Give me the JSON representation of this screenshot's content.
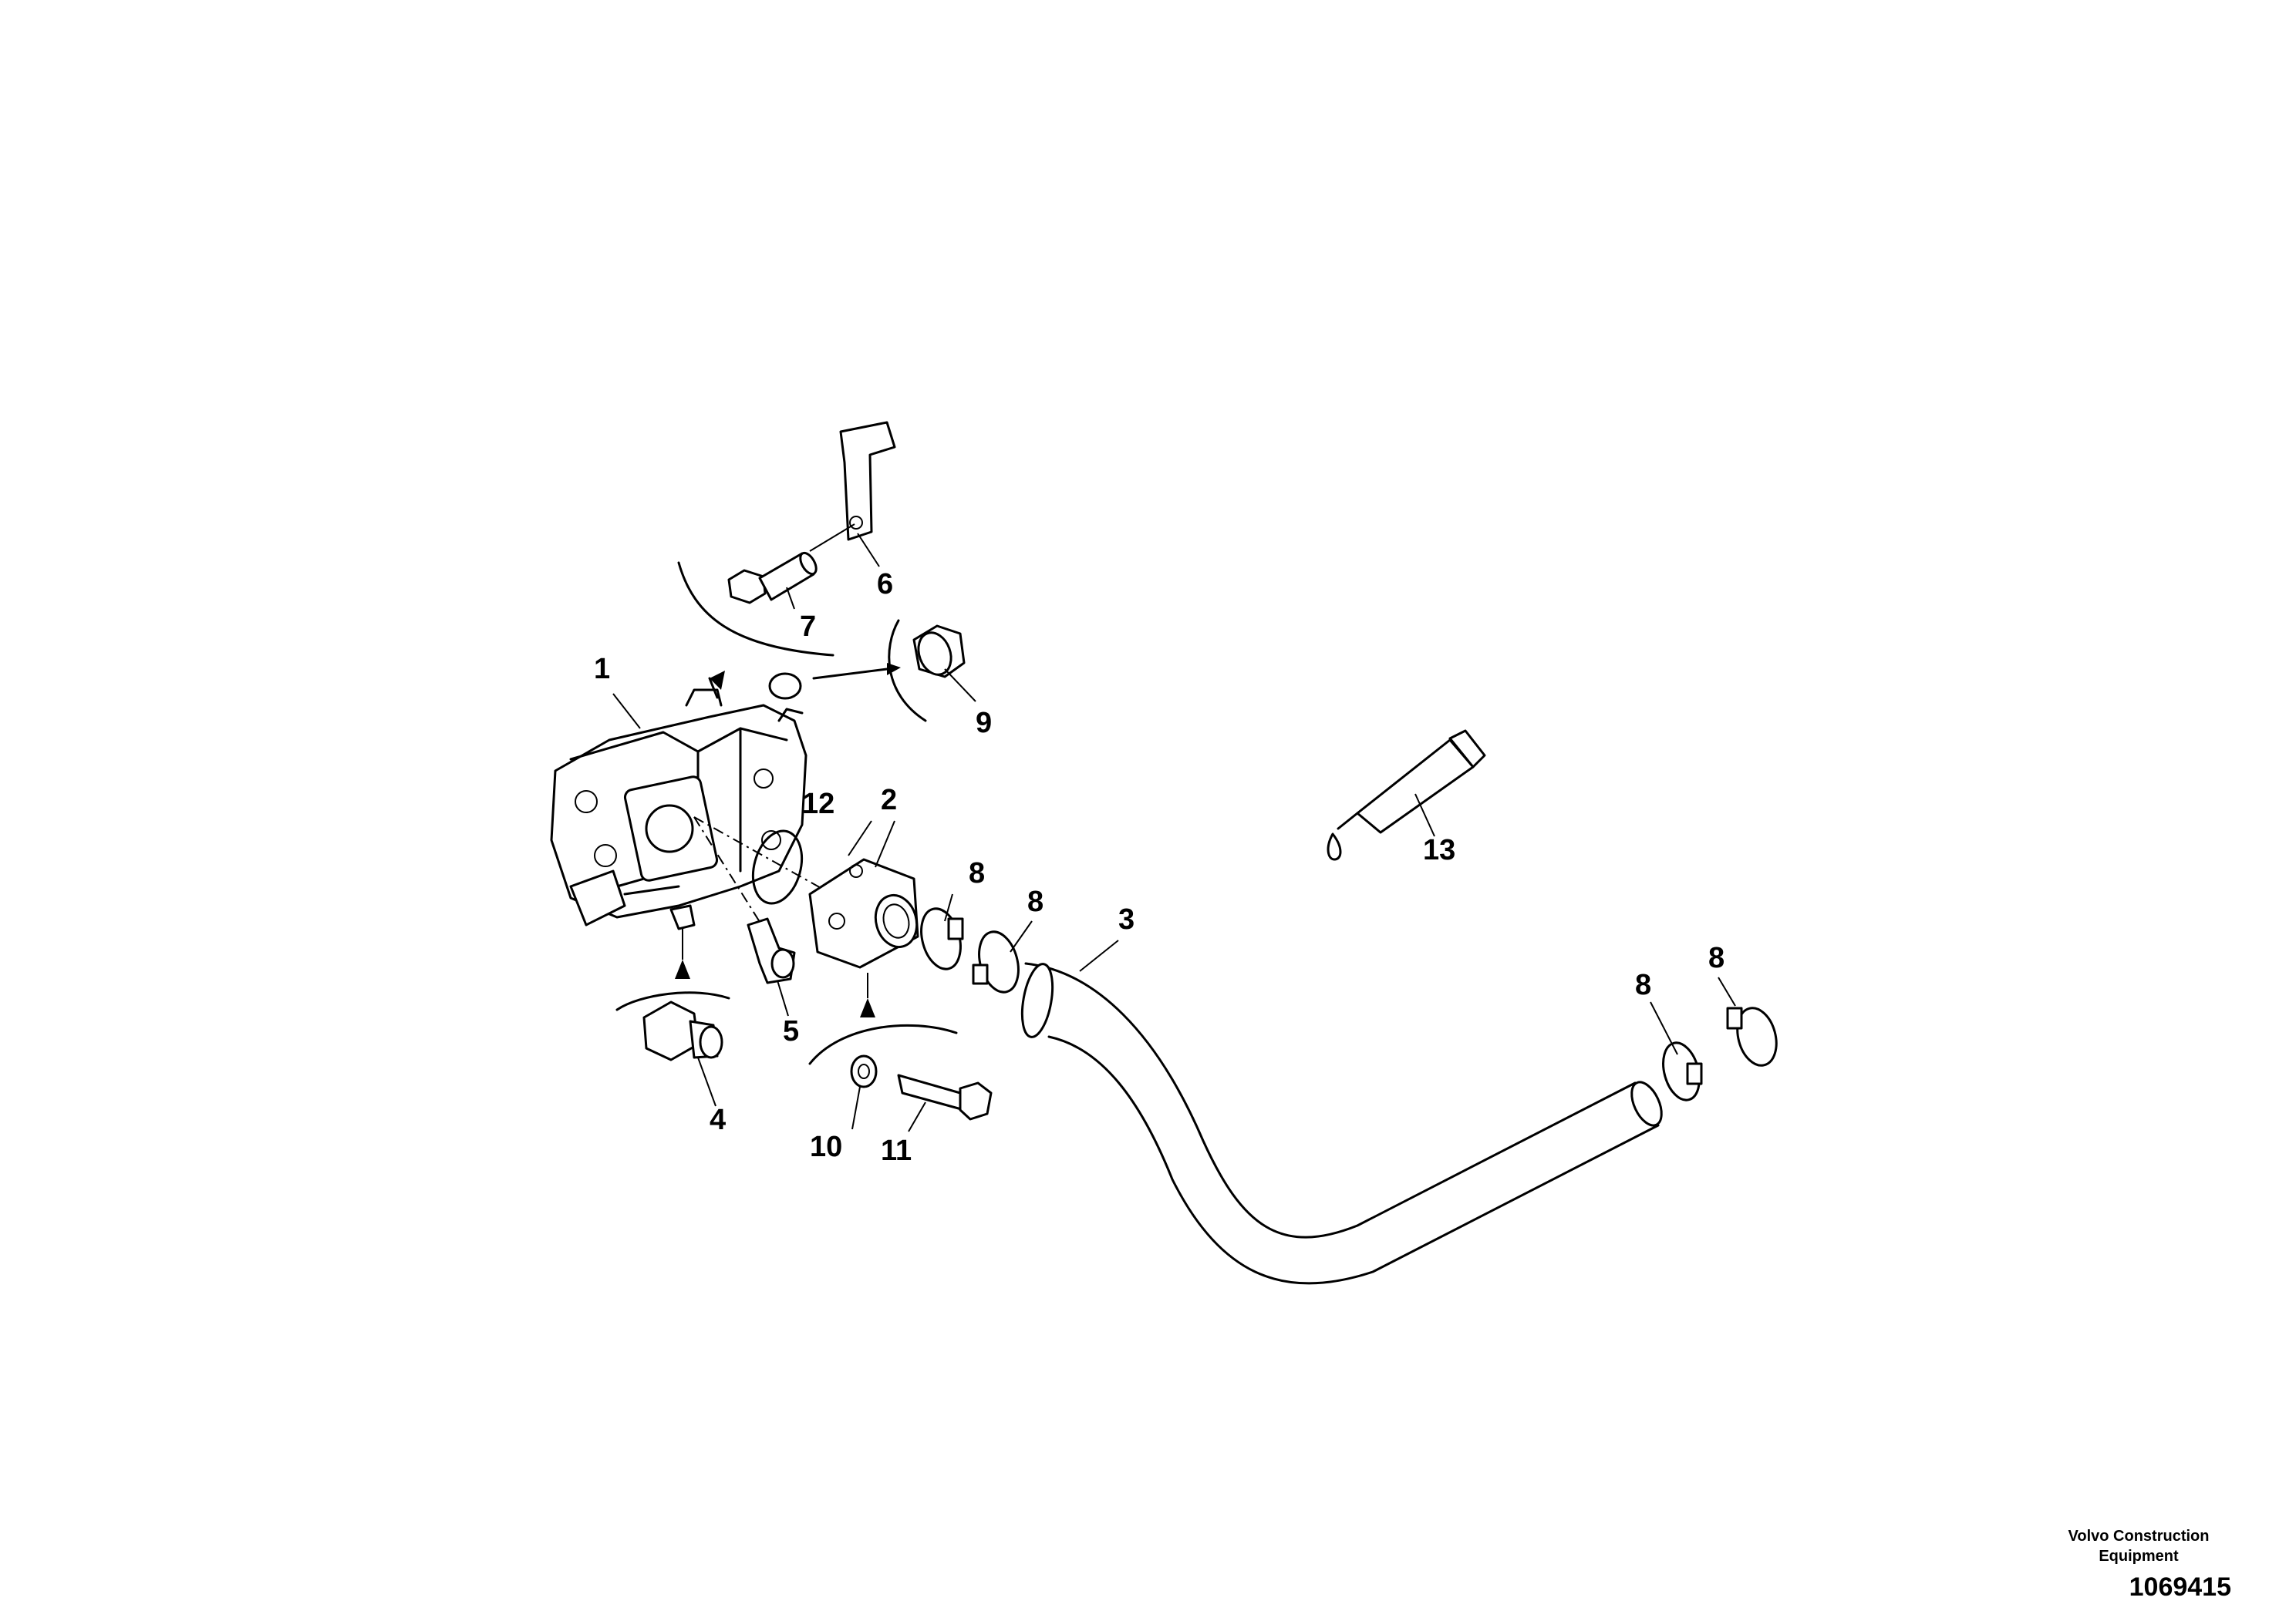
{
  "diagram": {
    "callouts": [
      {
        "id": "c1",
        "label": "1"
      },
      {
        "id": "c2",
        "label": "2"
      },
      {
        "id": "c3",
        "label": "3"
      },
      {
        "id": "c4",
        "label": "4"
      },
      {
        "id": "c5",
        "label": "5"
      },
      {
        "id": "c6",
        "label": "6"
      },
      {
        "id": "c7",
        "label": "7"
      },
      {
        "id": "c8a",
        "label": "8"
      },
      {
        "id": "c8b",
        "label": "8"
      },
      {
        "id": "c8c",
        "label": "8"
      },
      {
        "id": "c8d",
        "label": "8"
      },
      {
        "id": "c9",
        "label": "9"
      },
      {
        "id": "c10",
        "label": "10"
      },
      {
        "id": "c11",
        "label": "11"
      },
      {
        "id": "c12",
        "label": "12"
      },
      {
        "id": "c13",
        "label": "13"
      }
    ]
  },
  "footer": {
    "brand_line1": "Volvo Construction",
    "brand_line2": "Equipment",
    "document_number": "1069415"
  }
}
